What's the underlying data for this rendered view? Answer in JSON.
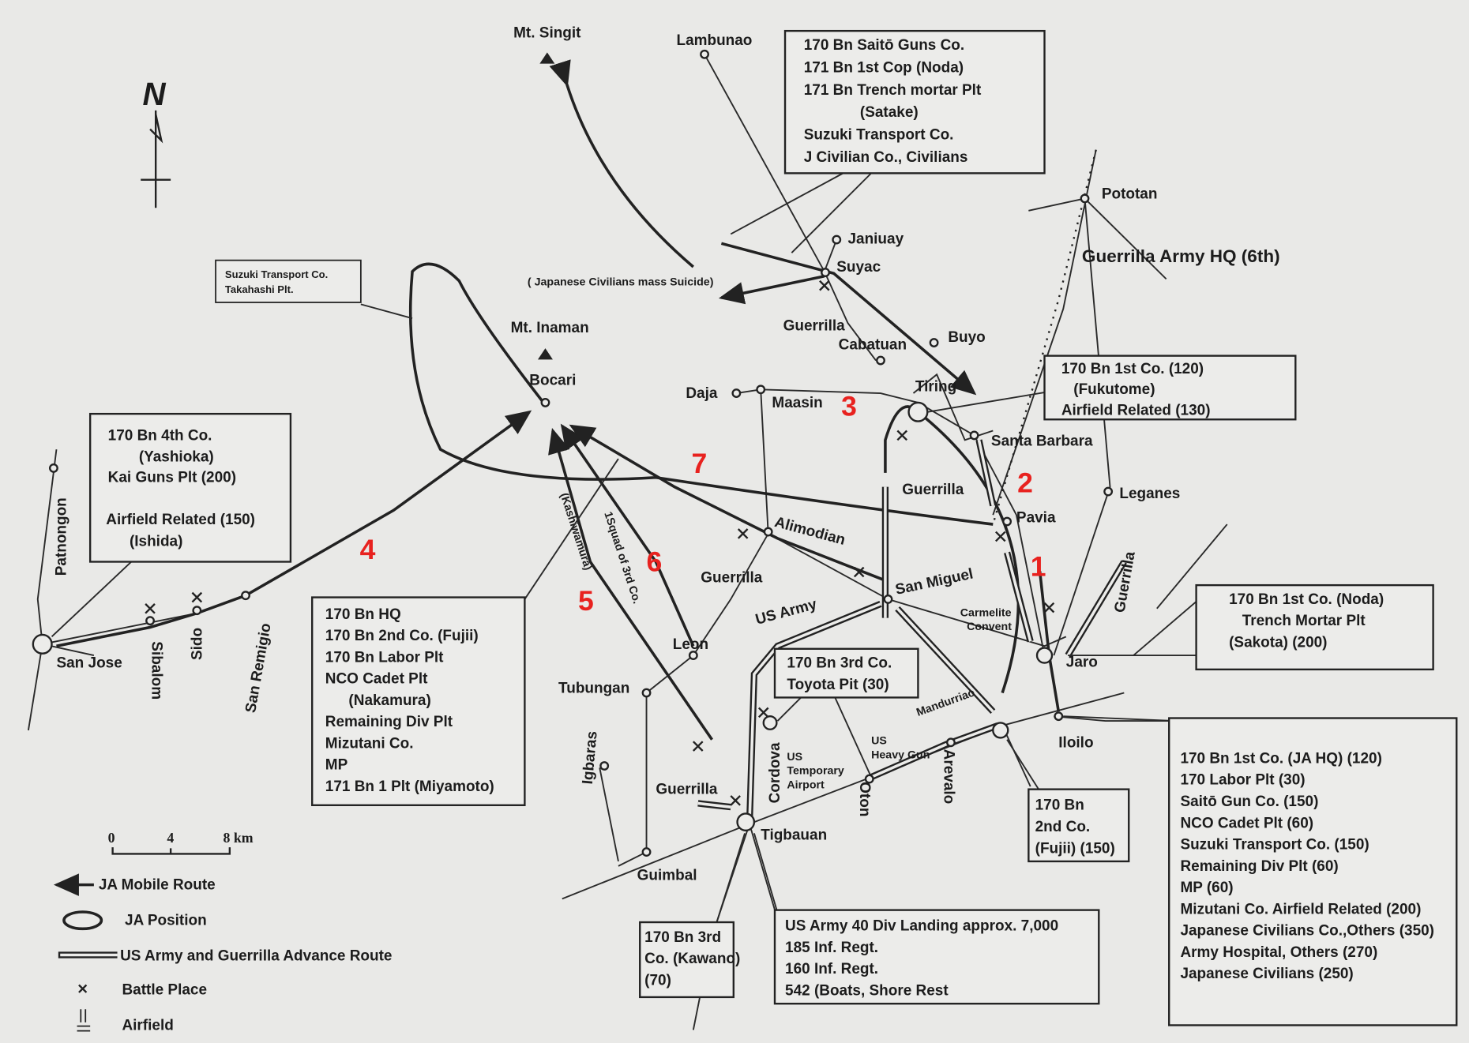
{
  "north_label": "N",
  "red_numbers": [
    "1",
    "2",
    "3",
    "4",
    "5",
    "6",
    "7"
  ],
  "places": {
    "mt_singit": "Mt. Singit",
    "lambunao": "Lambunao",
    "pototan": "Pototan",
    "guerrilla_hq": "Guerrilla Army HQ (6th)",
    "janiuay": "Janiuay",
    "suyac": "Suyac",
    "mass_suicide": "( Japanese Civilians mass Suicide)",
    "guerrilla_suyac": "Guerrilla",
    "cabatuan": "Cabatuan",
    "buyo": "Buyo",
    "mt_inaman": "Mt. Inaman",
    "bocari": "Bocari",
    "daja": "Daja",
    "maasin": "Maasin",
    "tiring": "Tiring",
    "santa_barbara": "Santa Barbara",
    "guerrilla_tiring": "Guerrilla",
    "pavia": "Pavia",
    "leganes": "Leganes",
    "guerrilla_east": "Guerrilla",
    "alimodian": "Alimodian",
    "guerrilla_alimodian": "Guerrilla",
    "san_miguel": "San Miguel",
    "carmelite_convent_1": "Carmelite",
    "carmelite_convent_2": "Convent",
    "us_army": "US Army",
    "squad_1": "1Squad of 3rd Co.",
    "squad_2": "(Kashiwamura)",
    "patnongon": "Patnongon",
    "san_jose": "San Jose",
    "sibalom": "Sibalom",
    "sido": "Sido",
    "san_remigio": "San Remigio",
    "leon": "Leon",
    "tubungan": "Tubungan",
    "igbaras": "Igbaras",
    "cordova": "Cordova",
    "us_temp_1": "US",
    "us_temp_2": "Temporary",
    "us_temp_3": "Airport",
    "us_heavy_1": "US",
    "us_heavy_2": "Heavy Gun",
    "mandurriao": "Mandurriao",
    "oton": "Oton",
    "arevalo": "Arevalo",
    "jaro": "Jaro",
    "iloilo": "Iloilo",
    "guerrilla_tigbauan": "Guerrilla",
    "tigbauan": "Tigbauan",
    "guimbal": "Guimbal"
  },
  "boxes": {
    "saito": [
      "170 Bn  Saitō Guns Co.",
      "171 Bn 1st Cop (Noda)",
      "171 Bn Trench mortar Plt",
      "(Satake)",
      "Suzuki Transport Co.",
      "J Civilian Co., Civilians"
    ],
    "takahashi": [
      "Suzuki Transport Co.",
      "Takahashi Plt."
    ],
    "fukutome": [
      "170 Bn 1st Co. (120)",
      "(Fukutome)",
      "Airfield Related (130)"
    ],
    "noda": [
      "170 Bn 1st Co. (Noda)",
      "Trench Mortar Plt",
      "(Sakota) (200)"
    ],
    "fourth": [
      "170 Bn 4th Co.",
      "(Yashioka)",
      "Kai Guns Plt (200)",
      "Airfield Related (150)",
      "(Ishida)"
    ],
    "hq": [
      "170 Bn HQ",
      "170 Bn 2nd Co. (Fujii)",
      "170 Bn Labor Plt",
      "NCO Cadet Plt",
      "(Nakamura)",
      "Remaining Div Plt",
      "Mizutani Co.",
      "MP",
      "171 Bn 1 Plt (Miyamoto)"
    ],
    "toyota": [
      "170 Bn 3rd Co.",
      "Toyota Pit (30)"
    ],
    "fujii": [
      "170 Bn",
      "2nd Co.",
      "(Fujii) (150)"
    ],
    "iloilo": [
      "170 Bn 1st Co. (JA HQ) (120)",
      "170 Labor Plt (30)",
      "Saitō Gun Co. (150)",
      "NCO Cadet Plt (60)",
      "Suzuki Transport Co. (150)",
      "Remaining Div Plt (60)",
      "MP (60)",
      "Mizutani Co. Airfield Related (200)",
      "Japanese Civilians Co.,Others (350)",
      "Army Hospital, Others (270)",
      "Japanese Civilians (250)"
    ],
    "kawano": [
      "170 Bn 3rd",
      "Co. (Kawano)",
      "(70)"
    ],
    "us40": [
      "US Army 40 Div Landing approx. 7,000",
      "185 Inf. Regt.",
      "160 Inf. Regt.",
      "542 (Boats, Shore Rest"
    ]
  },
  "scale": {
    "zero": "0",
    "mid": "4",
    "end": "8 km"
  },
  "legend": {
    "mobile_route": "JA Mobile Route",
    "position": "JA Position",
    "advance_route": "US Army and Guerrilla Advance Route",
    "battle": "Battle Place",
    "airfield": "Airfield"
  },
  "colors": {
    "highlight": "#e8221f",
    "ink": "#1c1c1c",
    "paper": "#e9e9e7"
  }
}
